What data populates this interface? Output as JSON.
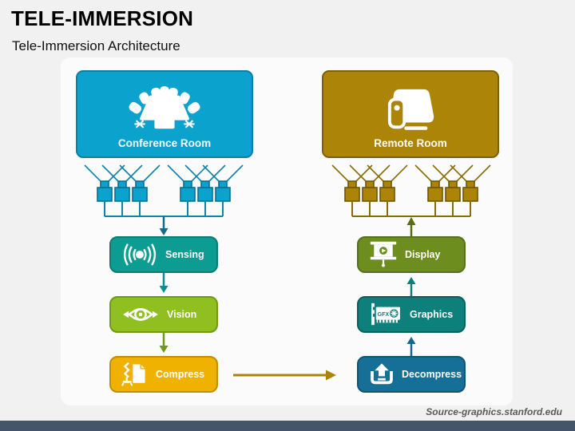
{
  "slide": {
    "title": "TELE-IMMERSION",
    "subtitle": "Tele-Immersion Architecture",
    "source": "Source-graphics.stanford.edu"
  },
  "diagram": {
    "rooms": [
      {
        "label": "Conference Room",
        "icon": "conference-table-icon"
      },
      {
        "label": "Remote Room",
        "icon": "remote-screen-icon"
      }
    ],
    "left_flow": [
      {
        "label": "Sensing",
        "icon": "signal-sensor-icon"
      },
      {
        "label": "Vision",
        "icon": "eye-vision-icon"
      },
      {
        "label": "Compress",
        "icon": "compress-file-icon"
      }
    ],
    "right_flow": [
      {
        "label": "Display",
        "icon": "projector-screen-icon"
      },
      {
        "label": "Graphics",
        "icon": "graphics-card-icon"
      },
      {
        "label": "Decompress",
        "icon": "decompress-tray-icon"
      }
    ],
    "graphics_card_text": "GFX",
    "cameras_per_room": 6
  },
  "colors": {
    "conf-blue": "#0ba3ce",
    "conf-line": "#1282aa",
    "gold": "#ac8508",
    "gold-line": "#8a6c04",
    "teal": "#0d9c92",
    "green": "#8fbf21",
    "amber": "#f0b200",
    "olive": "#6d8e1e",
    "dteal": "#0e807c",
    "dblue": "#156f96",
    "bar": "#44546a"
  }
}
